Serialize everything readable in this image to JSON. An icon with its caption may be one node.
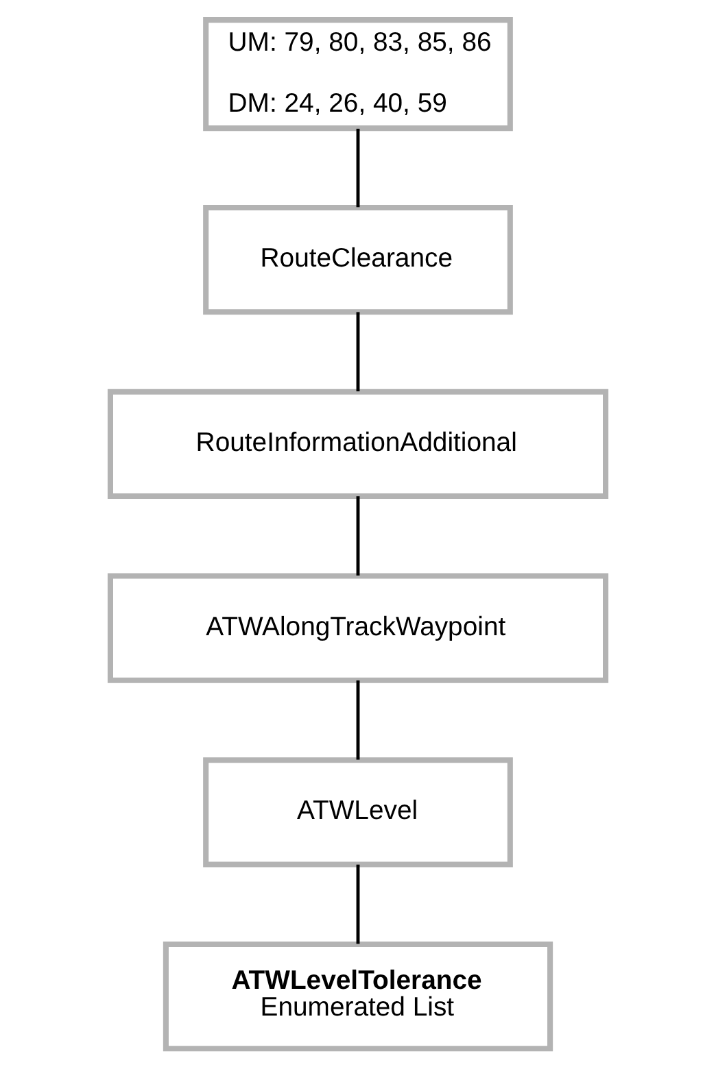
{
  "diagram": {
    "nodes": [
      {
        "text": [
          "UM: 79, 80, 83, 85, 86",
          "DM: 24, 26, 40, 59"
        ]
      },
      {
        "text": [
          "RouteClearance"
        ]
      },
      {
        "text": [
          "RouteInformationAdditional"
        ]
      },
      {
        "text": [
          "ATWAlongTrackWaypoint"
        ]
      },
      {
        "text": [
          "ATWLevel"
        ]
      },
      {
        "text": [
          "ATWLevelTolerance",
          "Enumerated List"
        ]
      }
    ],
    "edges": [
      {
        "from": 0,
        "to": 1,
        "arrow": "none"
      },
      {
        "from": 1,
        "to": 2,
        "arrow": "none"
      },
      {
        "from": 2,
        "to": 3,
        "arrow": "none"
      },
      {
        "from": 3,
        "to": 4,
        "arrow": "none"
      },
      {
        "from": 4,
        "to": 5,
        "arrow": "none"
      }
    ]
  }
}
